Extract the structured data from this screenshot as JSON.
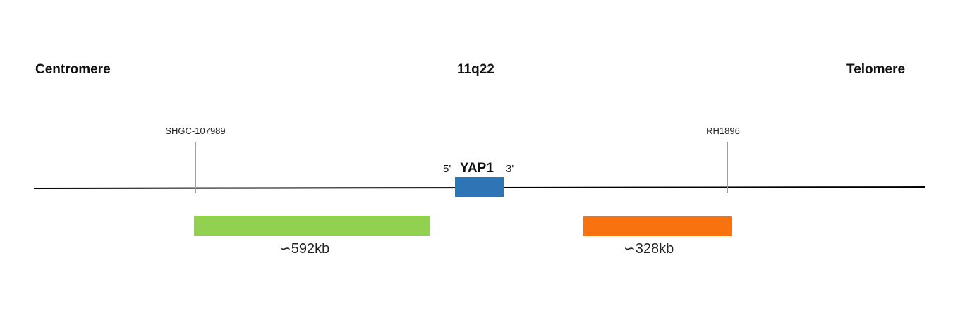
{
  "colors": {
    "chromosome_line": "#000000",
    "marker_line": "#a0a0a0",
    "gene_box": "#2e75b6",
    "left_probe": "#92d050",
    "right_probe": "#f87210"
  },
  "labels": {
    "centromere": "Centromere",
    "region": "11q22",
    "telomere": "Telomere"
  },
  "markers": {
    "left": "SHGC-107989",
    "right": "RH1896"
  },
  "gene": {
    "name": "YAP1",
    "five_prime": "5'",
    "three_prime": "3'"
  },
  "probes": {
    "left_size": "∽592kb",
    "right_size": "∽328kb"
  }
}
